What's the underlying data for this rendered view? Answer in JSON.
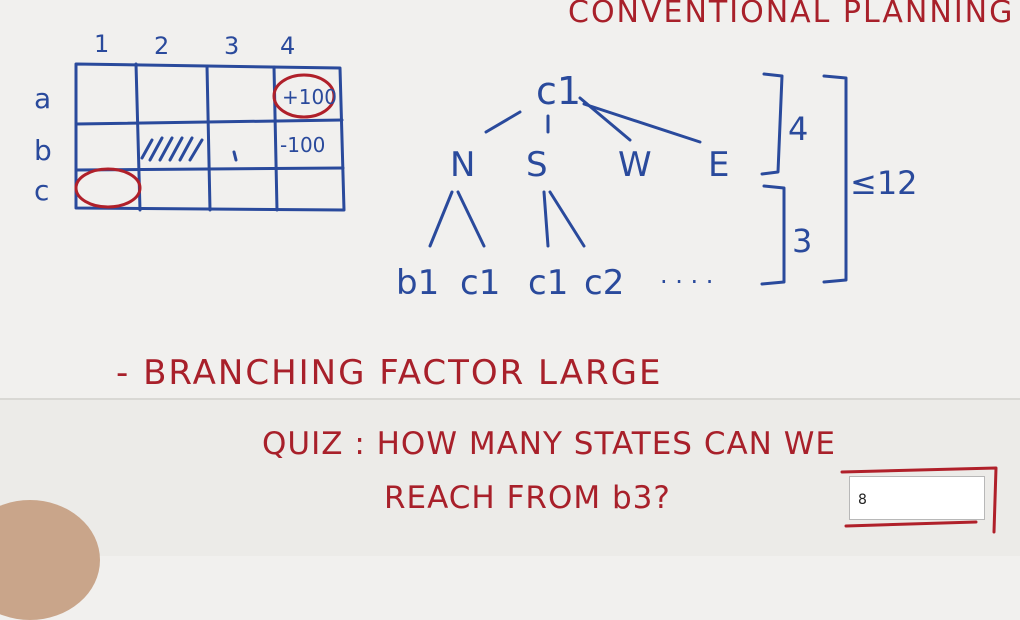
{
  "header": {
    "title": "CONVENTIONAL PLANNING"
  },
  "grid": {
    "columns": [
      "1",
      "2",
      "3",
      "4"
    ],
    "rows": [
      "a",
      "b",
      "c"
    ],
    "goal_reward": "+100",
    "penalty_reward": "-100"
  },
  "tree": {
    "root": "c1",
    "actions": [
      "N",
      "S",
      "W",
      "E"
    ],
    "children": [
      "b1",
      "c1",
      "c1",
      "c2"
    ],
    "ellipsis": "· · · ·",
    "actions_count": "4",
    "children_count": "3",
    "total_bound": "≤12"
  },
  "note": {
    "text": "- BRANCHING FACTOR LARGE"
  },
  "quiz": {
    "line1": "QUIZ : HOW MANY STATES CAN WE",
    "line2": "REACH FROM b3?",
    "answer_value": "8"
  },
  "colors": {
    "ink_blue": "#2a4a9c",
    "ink_red": "#a8202a",
    "paper": "#f1f0ee"
  }
}
